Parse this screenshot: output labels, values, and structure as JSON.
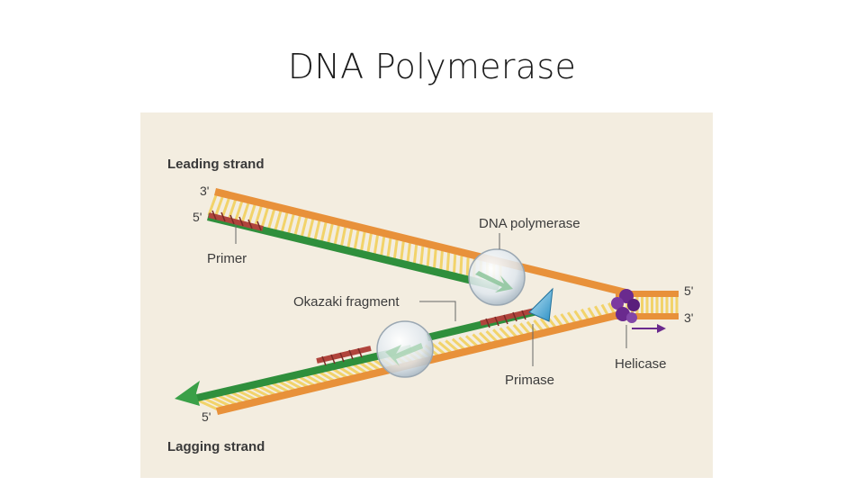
{
  "slide": {
    "title": "DNA Polymerase"
  },
  "diagram": {
    "labels": {
      "leading_strand": "Leading strand",
      "lagging_strand": "Lagging strand",
      "dna_polymerase": "DNA polymerase",
      "primer": "Primer",
      "okazaki_fragment": "Okazaki fragment",
      "primase": "Primase",
      "helicase": "Helicase"
    },
    "ends": {
      "leading_top_3": "3'",
      "leading_top_5": "5'",
      "right_5": "5'",
      "right_3": "3'",
      "lagging_5": "5'"
    },
    "colors": {
      "background": "#f3ede0",
      "parental_strand": "#e8913a",
      "new_strand": "#2f8f3c",
      "base_pairs": "#f2d36a",
      "primer": "#b0443c",
      "polymerase": "#d8e2ea",
      "primase": "#3fa7d6",
      "helicase": "#6a2a8e",
      "arrow_green": "#3aa048"
    }
  }
}
